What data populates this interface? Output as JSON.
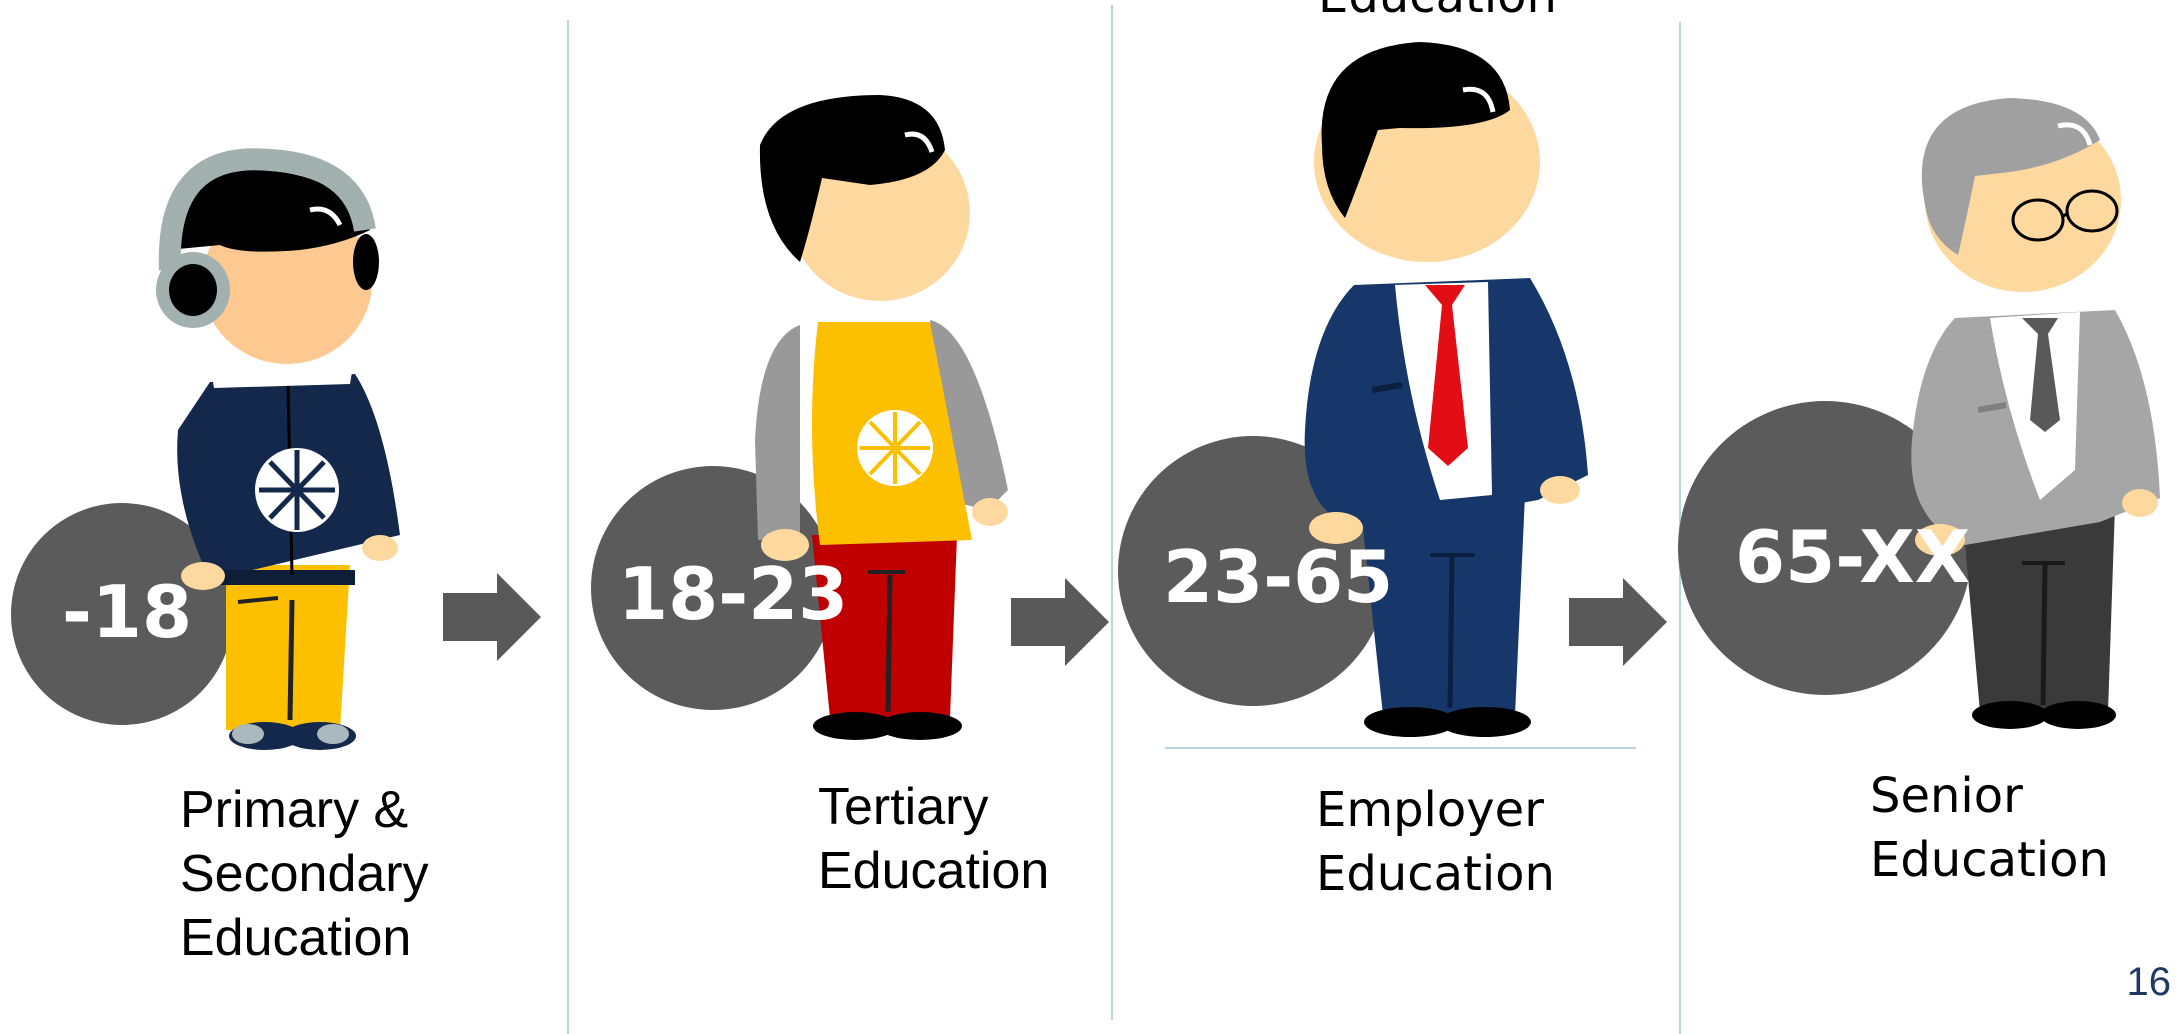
{
  "stages": [
    {
      "age": "-18",
      "caption": "Primary &\nSecondary\nEducation"
    },
    {
      "age": "18-23",
      "caption": "Tertiary\nEducation"
    },
    {
      "age": "23-65",
      "caption": "Employer\nEducation"
    },
    {
      "age": "65-XX",
      "caption": "Senior\nEducation"
    }
  ],
  "top_cut_label": "Education",
  "page_number": "16",
  "colors": {
    "age_circle": "#5b5b5b",
    "arrow": "#595959",
    "divider": "#b9d5d8",
    "page_number": "#1f3864",
    "skin": "#fdd9a0",
    "hair": "#000000",
    "child_jacket": "#14284b",
    "child_pants": "#fdc000",
    "student_shirt": "#fdc000",
    "student_sleeves": "#999999",
    "student_pants": "#c00000",
    "suit": "#17376a",
    "tie": "#e30d16",
    "senior_jacket": "#a6a6a6",
    "senior_pants": "#3a3a3a",
    "senior_hair": "#a0a0a0"
  },
  "icons": [
    "child-figure",
    "student-figure",
    "businessman-figure",
    "senior-figure",
    "right-arrow-icon"
  ]
}
